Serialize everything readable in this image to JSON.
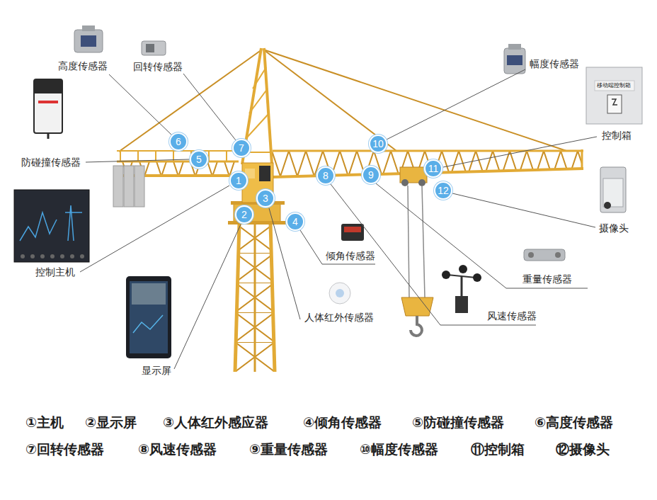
{
  "diagram": {
    "nodes": [
      {
        "text": [
          "1"
        ]
      },
      {
        "text": [
          "2"
        ]
      },
      {
        "text": [
          "3"
        ]
      },
      {
        "text": [
          "4"
        ]
      },
      {
        "text": [
          "5"
        ]
      },
      {
        "text": [
          "6"
        ]
      },
      {
        "text": [
          "7"
        ]
      },
      {
        "text": [
          "8"
        ]
      },
      {
        "text": [
          "9"
        ]
      },
      {
        "text": [
          "10"
        ]
      },
      {
        "text": [
          "11"
        ]
      },
      {
        "text": [
          "12"
        ]
      }
    ],
    "labels": [
      "高度传感器",
      "回转传感器",
      "幅度传感器",
      "移动端控制箱",
      "控制箱",
      "防碰撞传感器",
      "摄像头",
      "控制主机",
      "倾角传感器",
      "重量传感器",
      "风速传感器",
      "人体红外传感器",
      "显示屏",
      "①主机",
      "②显示屏",
      "③人体红外感应器",
      "④倾角传感器",
      "⑤防碰撞传感器",
      "⑥高度传感器",
      "⑦回转传感器",
      "⑧风速传感器",
      "⑨重量传感器",
      "⑩幅度传感器",
      "⑪控制箱",
      "⑫摄像头"
    ]
  }
}
